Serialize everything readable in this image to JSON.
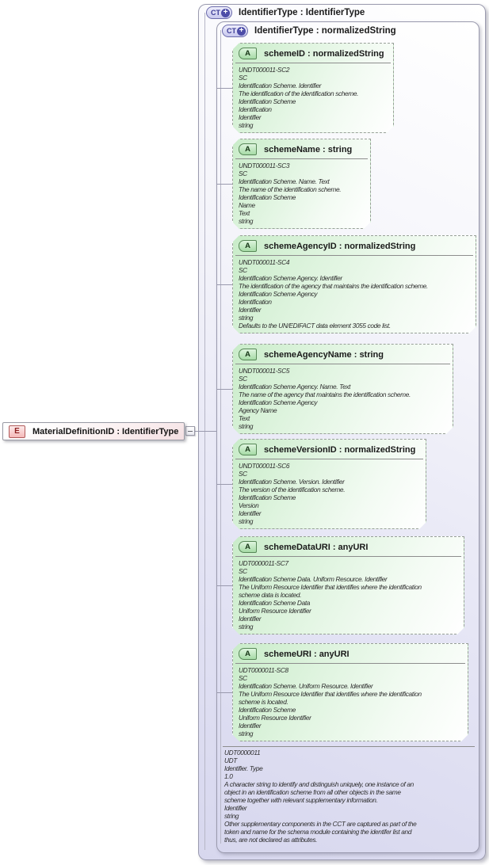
{
  "icons": {
    "complex_type": "CT",
    "expand": "+",
    "attribute": "A",
    "element": "E"
  },
  "colors": {
    "container_lavender": "#d7d7ee",
    "attribute_green": "#c9ecc9",
    "element_pink": "#f3dfe2",
    "border_gray": "#9a9aae",
    "ct_icon_blue": "#4d4da8",
    "attr_icon_green": "#578757",
    "element_icon_red": "#b15b5b"
  },
  "element": {
    "label": "MaterialDefinitionID : IdentifierType"
  },
  "outer_type": {
    "title": "IdentifierType : IdentifierType"
  },
  "inner_type": {
    "title": "IdentifierType : normalizedString"
  },
  "attributes": [
    {
      "title": "schemeID : normalizedString",
      "lines": [
        "UNDT000011-SC2",
        "SC",
        "Identification Scheme. Identifier",
        "The identification of the identification scheme.",
        "Identification Scheme",
        "Identification",
        "Identifier",
        "string"
      ]
    },
    {
      "title": "schemeName : string",
      "lines": [
        "UNDT000011-SC3",
        "SC",
        "Identification Scheme. Name. Text",
        "The name of the identification scheme.",
        "Identification Scheme",
        "Name",
        "Text",
        "string"
      ]
    },
    {
      "title": "schemeAgencyID : normalizedString",
      "lines": [
        "UNDT000011-SC4",
        "SC",
        "Identification Scheme Agency. Identifier",
        "The identification of the agency that maintains the identification scheme.",
        "Identification Scheme Agency",
        "Identification",
        "Identifier",
        "string",
        "Defaults to the UN/EDIFACT data element 3055 code list."
      ]
    },
    {
      "title": "schemeAgencyName : string",
      "lines": [
        "UNDT000011-SC5",
        "SC",
        "Identification Scheme Agency. Name. Text",
        "The name of the agency that maintains the identification scheme.",
        "Identification Scheme Agency",
        "Agency Name",
        "Text",
        "string"
      ]
    },
    {
      "title": "schemeVersionID : normalizedString",
      "lines": [
        "UNDT000011-SC6",
        "SC",
        "Identification Scheme. Version. Identifier",
        "The version of the identification scheme.",
        "Identification Scheme",
        "Version",
        "Identifier",
        "string"
      ]
    },
    {
      "title": "schemeDataURI : anyURI",
      "lines": [
        "UDT0000011-SC7",
        "SC",
        "Identification Scheme Data. Uniform Resource. Identifier",
        "The Uniform Resource Identifier that identifies where the identification",
        "scheme data is located.",
        "Identification Scheme Data",
        "Uniform Resource Identifier",
        "Identifier",
        "string"
      ]
    },
    {
      "title": "schemeURI : anyURI",
      "lines": [
        "UDT0000011-SC8",
        "SC",
        "Identification Scheme. Uniform Resource. Identifier",
        "The Uniform Resource Identifier that identifies where the identification",
        "scheme is located.",
        "Identification Scheme",
        "Uniform Resource Identifier",
        "Identifier",
        "string"
      ]
    }
  ],
  "type_doc": {
    "lines": [
      "UDT0000011",
      "UDT",
      "Identifier. Type",
      "1.0",
      "A character string to identify and distinguish uniquely, one instance of an",
      "object in an identification scheme from all other objects in the same",
      "scheme together with relevant supplementary information.",
      "Identifier",
      "string",
      "Other supplementary components in the CCT are captured as part of the",
      "token and name for the schema module containing the identifer list and",
      "thus, are not declared as attributes."
    ]
  }
}
